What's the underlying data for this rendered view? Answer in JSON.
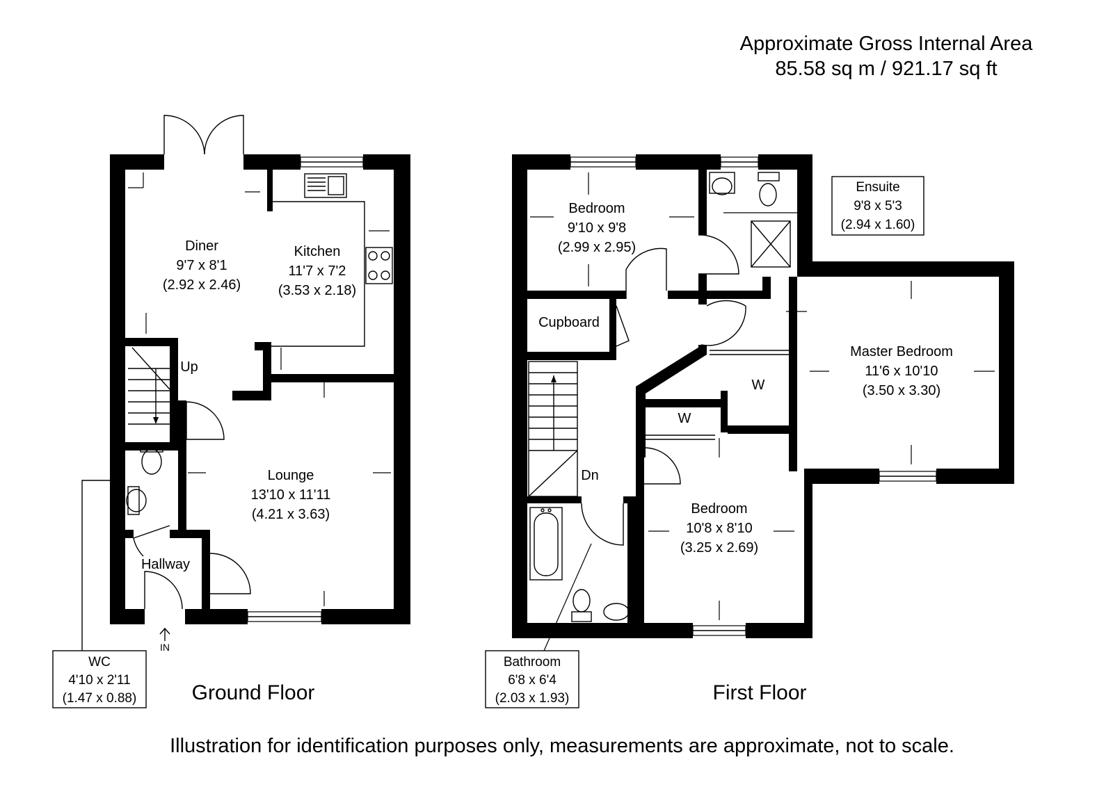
{
  "header": {
    "area_title": "Approximate Gross Internal Area",
    "area_value": "85.58 sq m / 921.17 sq ft"
  },
  "ground_floor": {
    "title": "Ground Floor",
    "rooms": {
      "diner": {
        "name": "Diner",
        "imperial": "9'7 x 8'1",
        "metric": "(2.92 x 2.46)"
      },
      "kitchen": {
        "name": "Kitchen",
        "imperial": "11'7 x 7'2",
        "metric": "(3.53 x 2.18)"
      },
      "lounge": {
        "name": "Lounge",
        "imperial": "13'10 x 11'11",
        "metric": "(4.21 x 3.63)"
      },
      "hallway": {
        "name": "Hallway"
      },
      "wc": {
        "name": "WC",
        "imperial": "4'10 x 2'11",
        "metric": "(1.47 x 0.88)"
      }
    },
    "up_label": "Up",
    "entrance_label": "IN"
  },
  "first_floor": {
    "title": "First Floor",
    "rooms": {
      "bedroom1": {
        "name": "Bedroom",
        "imperial": "9'10 x 9'8",
        "metric": "(2.99 x 2.95)"
      },
      "ensuite": {
        "name": "Ensuite",
        "imperial": "9'8 x 5'3",
        "metric": "(2.94 x 1.60)"
      },
      "master": {
        "name": "Master Bedroom",
        "imperial": "11'6 x 10'10",
        "metric": "(3.50 x 3.30)"
      },
      "bedroom2": {
        "name": "Bedroom",
        "imperial": "10'8 x 8'10",
        "metric": "(3.25 x 2.69)"
      },
      "bathroom": {
        "name": "Bathroom",
        "imperial": "6'8 x 6'4",
        "metric": "(2.03 x 1.93)"
      },
      "cupboard": {
        "name": "Cupboard"
      }
    },
    "wardrobe_label_1": "W",
    "wardrobe_label_2": "W",
    "down_label": "Dn"
  },
  "footer": {
    "disclaimer": "Illustration for identification purposes only, measurements are approximate, not to scale."
  }
}
